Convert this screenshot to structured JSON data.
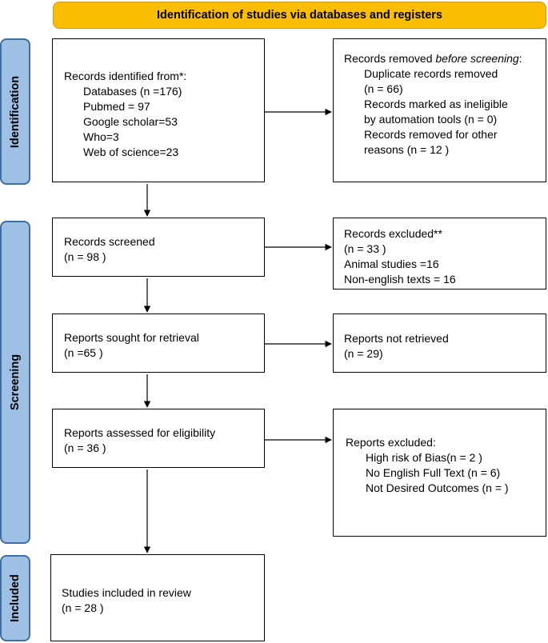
{
  "header": {
    "title": "Identification of studies via databases and registers"
  },
  "phases": {
    "identification": "Identification",
    "screening": "Screening",
    "included": "Included"
  },
  "records_identified": {
    "title": "Records identified from*:",
    "databases": "Databases (n =176)",
    "pubmed": "Pubmed = 97",
    "google_scholar": "Google scholar=53",
    "who": "Who=3",
    "web_of_science": "Web of science=23"
  },
  "records_removed": {
    "title_prefix": "Records removed ",
    "title_emph": "before screening",
    "title_suffix": ":",
    "duplicates_label": "Duplicate records removed",
    "duplicates_count": "(n = 66)",
    "ineligible_label": "Records marked as ineligible",
    "ineligible_count": "by automation tools (n = 0)",
    "other_label": "Records removed for other",
    "other_count": "reasons (n = 12 )"
  },
  "records_screened": {
    "title": "Records screened",
    "count": "(n = 98 )"
  },
  "records_excluded": {
    "title": "Records excluded**",
    "count": "(n =  33 )",
    "animal": "Animal studies =16",
    "non_english": "Non-english texts = 16"
  },
  "reports_sought": {
    "title": "Reports sought for retrieval",
    "count": "(n =65 )"
  },
  "reports_not_retrieved": {
    "title": "Reports not retrieved",
    "count": "(n = 29)"
  },
  "reports_assessed": {
    "title": "Reports assessed for eligibility",
    "count": "(n = 36 )"
  },
  "reports_excluded": {
    "title": "Reports excluded:",
    "bias": "High risk of Bias(n = 2 )",
    "no_english": "No English Full Text (n = 6)",
    "not_desired": "Not Desired Outcomes (n = )"
  },
  "studies_included": {
    "title": "Studies included in review",
    "count": "(n = 28 )"
  },
  "colors": {
    "header_fill": "#fbbd00",
    "phase_fill": "#9ec0e4",
    "phase_border": "#3d6fa3"
  }
}
